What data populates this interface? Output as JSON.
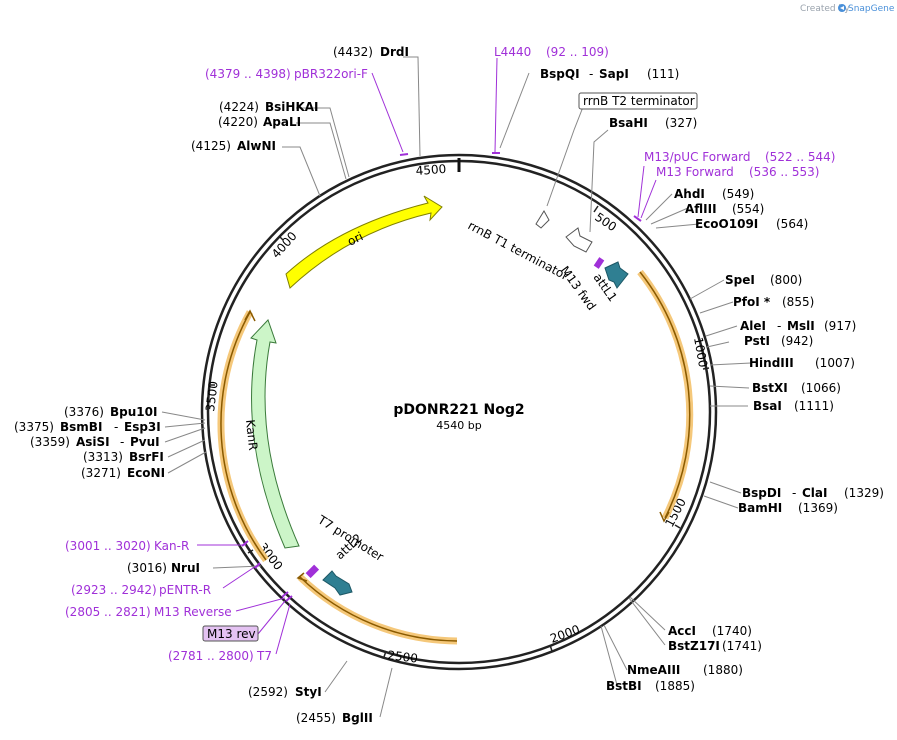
{
  "brand": {
    "created_by": "Created by",
    "app": "SnapGene"
  },
  "plasmid": {
    "name": "pDONR221 Nog2",
    "size": "4540 bp"
  },
  "ticks": [
    "500",
    "1000",
    "1500",
    "2000",
    "2500",
    "3000",
    "3500",
    "4000",
    "4500"
  ],
  "sites": {
    "drdi": {
      "pos": "(4432)",
      "name": "DrdI"
    },
    "bsihkai": {
      "pos": "(4224)",
      "name": "BsiHKAI"
    },
    "apali": {
      "pos": "(4220)",
      "name": "ApaLI"
    },
    "alwni": {
      "pos": "(4125)",
      "name": "AlwNI"
    },
    "bspqi": {
      "name": "BspQI",
      "sep": "-",
      "name2": "SapI",
      "pos": "(111)"
    },
    "bsahi": {
      "name": "BsaHI",
      "pos": "(327)"
    },
    "ahdi": {
      "name": "AhdI",
      "pos": "(549)"
    },
    "aflIII": {
      "name": "AflIII",
      "pos": "(554)"
    },
    "eco": {
      "name": "EcoO109I",
      "pos": "(564)"
    },
    "spei": {
      "name": "SpeI",
      "pos": "(800)"
    },
    "pfoi": {
      "name": "PfoI *",
      "pos": "(855)"
    },
    "alei": {
      "name": "AleI",
      "sep": "-",
      "name2": "MslI",
      "pos": "(917)"
    },
    "psti": {
      "name": "PstI",
      "pos": "(942)"
    },
    "hindiii": {
      "name": "HindIII",
      "pos": "(1007)"
    },
    "bstxi": {
      "name": "BstXI",
      "pos": "(1066)"
    },
    "bsai": {
      "name": "BsaI",
      "pos": "(1111)"
    },
    "bspdi": {
      "name": "BspDI",
      "sep": "-",
      "name2": "ClaI",
      "pos": "(1329)"
    },
    "bamhi": {
      "name": "BamHI",
      "pos": "(1369)"
    },
    "acci": {
      "name": "AccI",
      "pos": "(1740)"
    },
    "bstz": {
      "name": "BstZ17I",
      "pos": "(1741)"
    },
    "nmea": {
      "name": "NmeAIII",
      "pos": "(1880)"
    },
    "bstbi": {
      "name": "BstBI",
      "pos": "(1885)"
    },
    "styi": {
      "pos": "(2592)",
      "name": "StyI"
    },
    "bglii": {
      "pos": "(2455)",
      "name": "BglII"
    },
    "nrui": {
      "pos": "(3016)",
      "name": "NruI"
    },
    "bpu": {
      "pos": "(3376)",
      "name": "Bpu10I"
    },
    "bsmbi": {
      "pos": "(3375)",
      "name": "BsmBI",
      "sep": "-",
      "name2": "Esp3I"
    },
    "asisi": {
      "pos": "(3359)",
      "name": "AsiSI",
      "sep": "-",
      "name2": "PvuI"
    },
    "bsrfi": {
      "pos": "(3313)",
      "name": "BsrFI"
    },
    "econi": {
      "pos": "(3271)",
      "name": "EcoNI"
    }
  },
  "primers": {
    "pbr": {
      "range": "(4379 .. 4398)",
      "name": "pBR322ori-F"
    },
    "l4440": {
      "name": "L4440",
      "range": "(92 .. 109)"
    },
    "m13puc": {
      "name": "M13/pUC Forward",
      "range": "(522 .. 544)"
    },
    "m13f": {
      "name": "M13 Forward",
      "range": "(536 .. 553)"
    },
    "kanr": {
      "range": "(3001 .. 3020)",
      "name": "Kan-R"
    },
    "pentr": {
      "range": "(2923 .. 2942)",
      "name": "pENTR-R"
    },
    "m13rev": {
      "range": "(2805 .. 2821)",
      "name": "M13 Reverse"
    },
    "t7": {
      "range": "(2781 .. 2800)",
      "name": "T7"
    },
    "m13rev_box": "M13 rev"
  },
  "features": {
    "rrnb_t2": "rrnB T2 terminator",
    "rrnb_t1": "rrnB T1 terminator",
    "attl1": "attL1",
    "m13fwd": "M13 fwd",
    "ori": "ori",
    "kanr": "KanR",
    "t7prom": "T7 promoter",
    "attl2": "attL2"
  },
  "colors": {
    "backbone": "#222222",
    "ori": "#ffff00",
    "kanr": "#ccf5c8",
    "att": "#2f7f92",
    "orange_glow": "#f5c87a",
    "primer": "#a030d8",
    "primer_box": "#e4c2f2"
  }
}
